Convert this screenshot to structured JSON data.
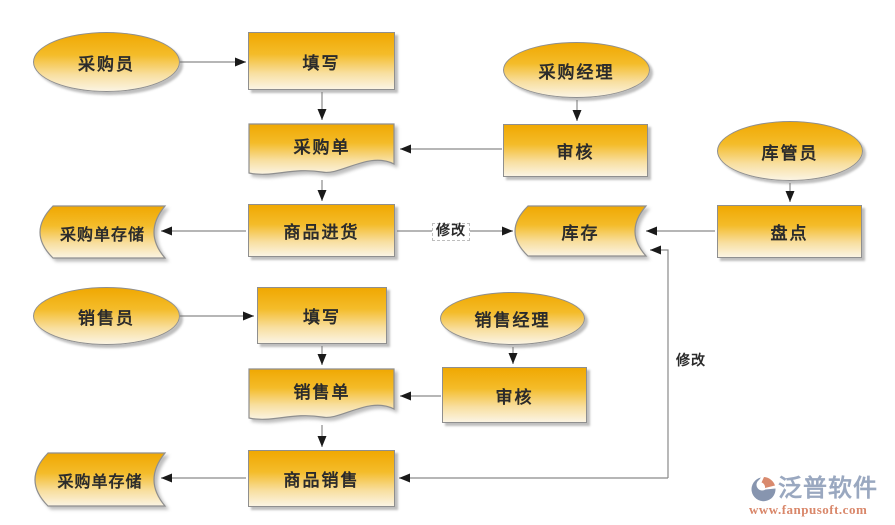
{
  "diagram": {
    "nodes": {
      "purchaser": {
        "label": "采购员",
        "shape": "ellipse"
      },
      "fill_in_purchase": {
        "label": "填写",
        "shape": "process"
      },
      "purchase_manager": {
        "label": "采购经理",
        "shape": "ellipse"
      },
      "purchase_order": {
        "label": "采购单",
        "shape": "document"
      },
      "review_purchase": {
        "label": "审核",
        "shape": "process"
      },
      "warehouse_keeper": {
        "label": "库管员",
        "shape": "ellipse"
      },
      "purchase_order_storage": {
        "label": "采购单存储",
        "shape": "stored-data"
      },
      "goods_purchase": {
        "label": "商品进货",
        "shape": "process"
      },
      "inventory": {
        "label": "库存",
        "shape": "stored-data"
      },
      "stocktake": {
        "label": "盘点",
        "shape": "process"
      },
      "salesperson": {
        "label": "销售员",
        "shape": "ellipse"
      },
      "fill_in_sales": {
        "label": "填写",
        "shape": "process"
      },
      "sales_manager": {
        "label": "销售经理",
        "shape": "ellipse"
      },
      "sales_order": {
        "label": "销售单",
        "shape": "document"
      },
      "review_sales": {
        "label": "审核",
        "shape": "process"
      },
      "sales_order_storage": {
        "label": "采购单存储",
        "shape": "stored-data"
      },
      "goods_sales": {
        "label": "商品销售",
        "shape": "process"
      }
    },
    "edge_labels": {
      "modify_purchase": "修改",
      "modify_sales": "修改"
    },
    "edges": [
      {
        "from": "采购员",
        "to": "填写"
      },
      {
        "from": "填写",
        "to": "采购单"
      },
      {
        "from": "采购经理",
        "to": "审核"
      },
      {
        "from": "审核",
        "to": "采购单"
      },
      {
        "from": "采购单",
        "to": "商品进货"
      },
      {
        "from": "商品进货",
        "to": "采购单存储"
      },
      {
        "from": "商品进货",
        "to": "库存",
        "label": "修改"
      },
      {
        "from": "库管员",
        "to": "盘点"
      },
      {
        "from": "盘点",
        "to": "库存"
      },
      {
        "from": "销售员",
        "to": "填写"
      },
      {
        "from": "填写",
        "to": "销售单"
      },
      {
        "from": "销售经理",
        "to": "审核"
      },
      {
        "from": "审核",
        "to": "销售单"
      },
      {
        "from": "销售单",
        "to": "商品销售"
      },
      {
        "from": "商品销售",
        "to": "采购单存储"
      },
      {
        "from": "库存",
        "to": "商品销售",
        "label": "修改",
        "bidirectional": true
      }
    ],
    "colors": {
      "gold_top": "#F0A802",
      "gold_mid1": "#F4BC2A",
      "gold_mid2": "#F8DFA0",
      "gold_bottom": "#FBF4E3",
      "shape_border": "#8F8F8F",
      "line": "#8A8A8A",
      "arrowhead": "#1A1A1A",
      "label_text": "#2B2B2B"
    }
  },
  "watermark": {
    "brand": "泛普软件",
    "url": "www.fanpusoft.com",
    "brand_color": "#9AA8C0",
    "url_color": "#D9876A",
    "logo_slate": "#8795AF",
    "logo_coral": "#D98A6E"
  }
}
